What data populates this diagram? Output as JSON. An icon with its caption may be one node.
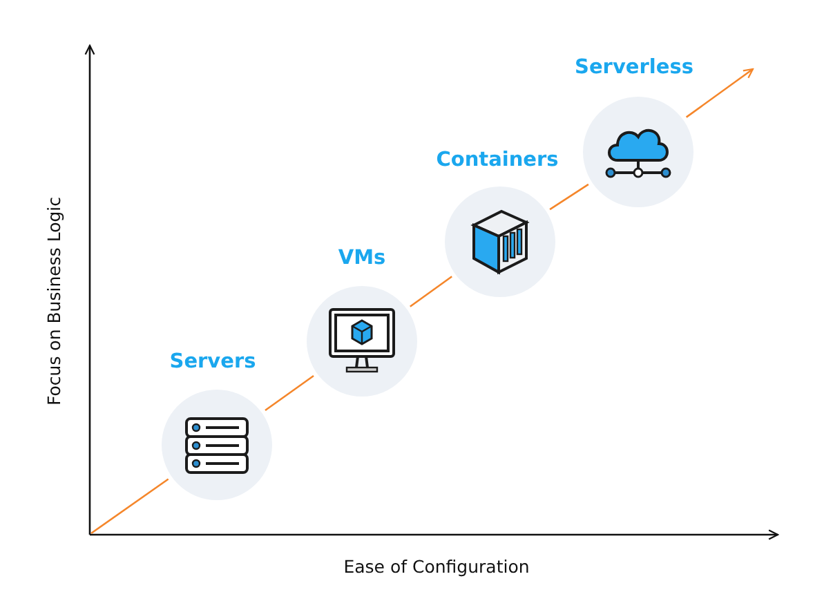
{
  "diagram": {
    "nodes": [
      {
        "text": [
          "Servers"
        ]
      },
      {
        "text": [
          "VMs"
        ]
      },
      {
        "text": [
          "Containers"
        ]
      },
      {
        "text": [
          "Serverless"
        ]
      }
    ],
    "edges": [
      {
        "from": null,
        "to": 0,
        "arrow": "none",
        "color": "#f5862a"
      },
      {
        "from": 0,
        "to": 1,
        "arrow": "none",
        "color": "#f5862a"
      },
      {
        "from": 1,
        "to": 2,
        "arrow": "none",
        "color": "#f5862a"
      },
      {
        "from": 2,
        "to": 3,
        "arrow": "none",
        "color": "#f5862a"
      },
      {
        "from": 3,
        "to": null,
        "arrow": "to",
        "color": "#f5862a"
      }
    ],
    "labels": [
      "Focus on Business Logic",
      "Ease of Configuration"
    ]
  }
}
